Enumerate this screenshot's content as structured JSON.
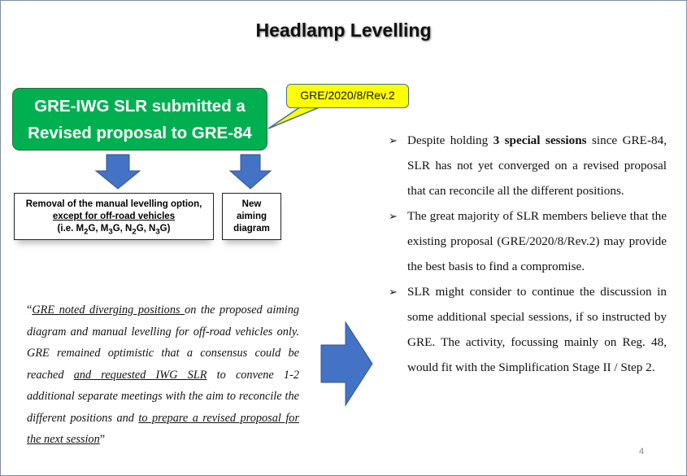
{
  "title": "Headlamp Levelling",
  "green_box": {
    "line1": "GRE-IWG SLR submitted a",
    "line2": "Revised proposal to GRE-84"
  },
  "callout": "GRE/2020/8/Rev.2",
  "box_left": {
    "line1": "Removal of the manual levelling option,",
    "line2": "except for off-road vehicles",
    "line3_pre": "(i.e. M",
    "s1": "2",
    "g1": "G, M",
    "s2": "3",
    "g2": "G, N",
    "s3": "2",
    "g3": "G, N",
    "s4": "3",
    "g4": "G)"
  },
  "box_right": {
    "line1": "New",
    "line2": "aiming",
    "line3": "diagram"
  },
  "quote": {
    "open": "“",
    "u1": "GRE noted diverging positions ",
    "t1": "on the proposed aiming diagram and manual levelling for off-road vehicles only. GRE remained optimistic that a consensus could be reached ",
    "u2": "and requested IWG SLR",
    "t2": " to convene 1-2 additional separate meetings with the aim to reconcile the different positions and ",
    "u3": "to prepare a revised proposal for the next session",
    "close": "”"
  },
  "bullets": [
    {
      "pre": "Despite holding ",
      "bold": "3 special sessions",
      "post": " since GRE-84, SLR has not yet converged on a revised proposal that can reconcile all the different positions."
    },
    {
      "text": "The great majority of SLR members believe that the existing proposal (GRE/2020/8/Rev.2) may provide the best basis to find a compromise."
    },
    {
      "text": "SLR might consider to continue the discussion in some additional special sessions, if so instructed by GRE. The activity, focussing mainly on Reg. 48, would fit with the Simplification Stage II / Step 2."
    }
  ],
  "bullet_marker": "➢",
  "page_number": "4",
  "colors": {
    "green": "#00b050",
    "yellow": "#ffff00",
    "arrow": "#4472c4"
  }
}
